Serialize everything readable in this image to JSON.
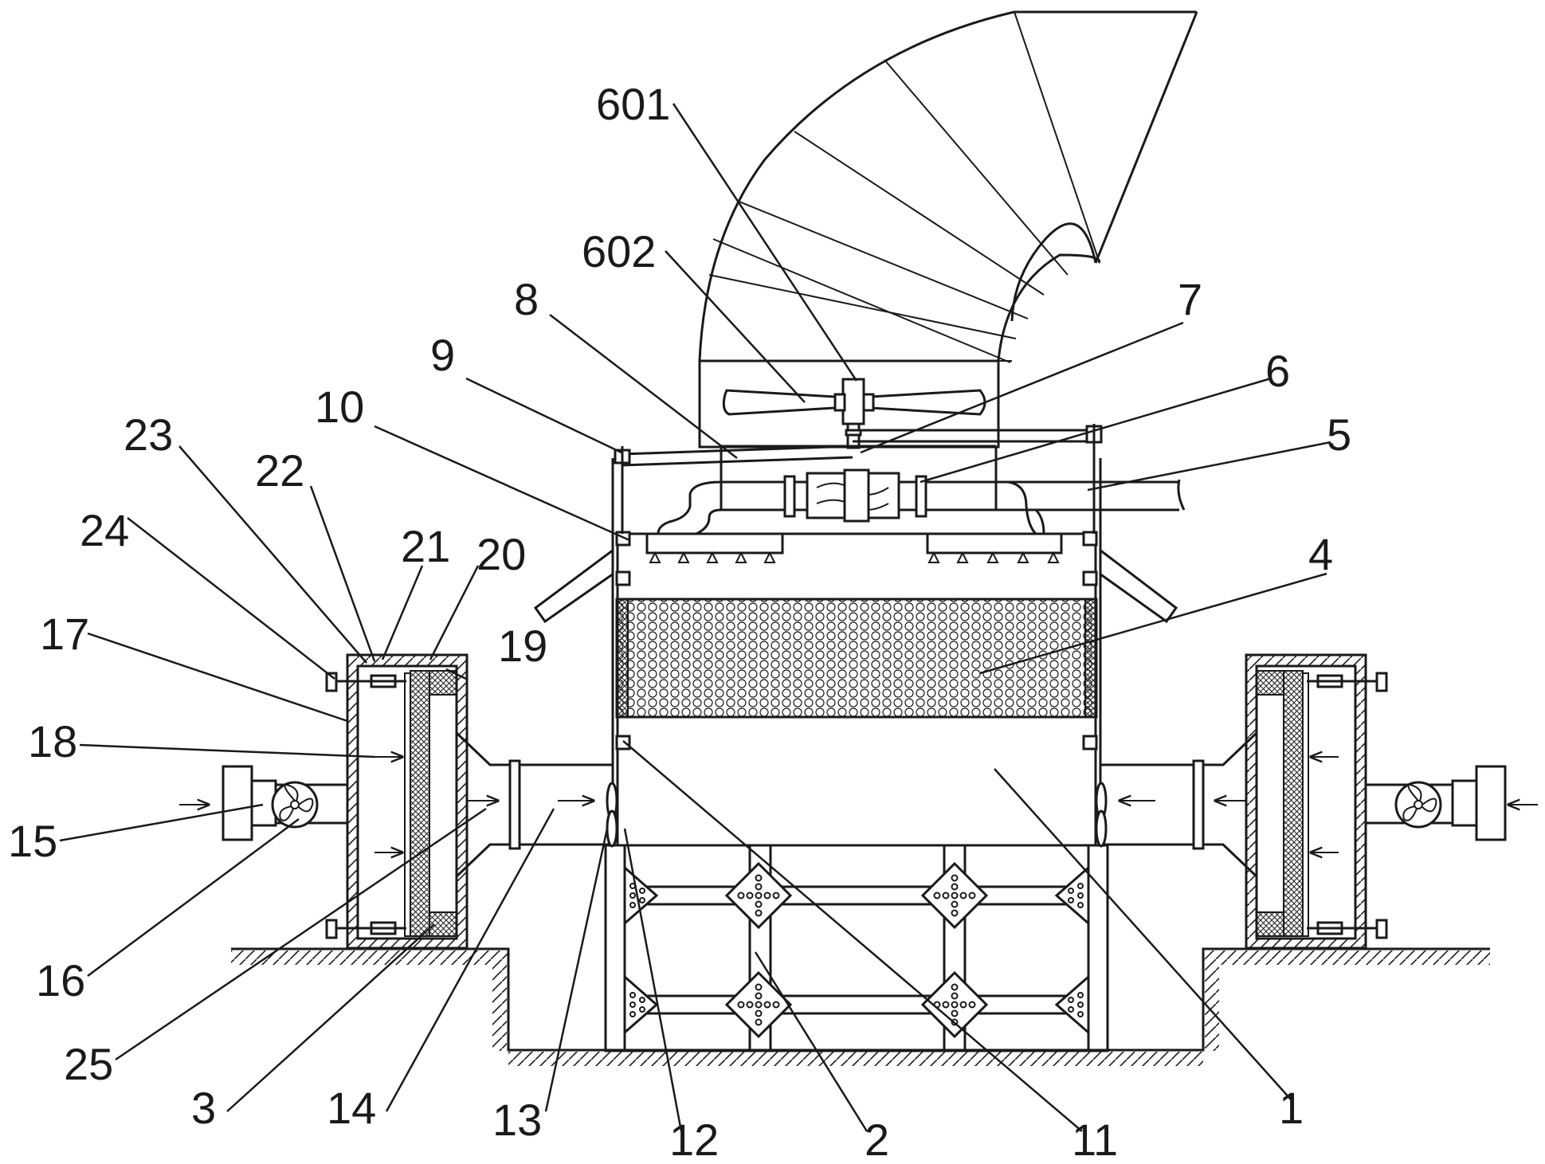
{
  "callouts": [
    {
      "id": "601",
      "label": "601"
    },
    {
      "id": "602",
      "label": "602"
    },
    {
      "id": "8",
      "label": "8"
    },
    {
      "id": "7",
      "label": "7"
    },
    {
      "id": "9",
      "label": "9"
    },
    {
      "id": "6",
      "label": "6"
    },
    {
      "id": "10",
      "label": "10"
    },
    {
      "id": "5",
      "label": "5"
    },
    {
      "id": "23",
      "label": "23"
    },
    {
      "id": "22",
      "label": "22"
    },
    {
      "id": "24",
      "label": "24"
    },
    {
      "id": "21",
      "label": "21"
    },
    {
      "id": "20",
      "label": "20"
    },
    {
      "id": "4",
      "label": "4"
    },
    {
      "id": "17",
      "label": "17"
    },
    {
      "id": "19",
      "label": "19"
    },
    {
      "id": "18",
      "label": "18"
    },
    {
      "id": "15",
      "label": "15"
    },
    {
      "id": "16",
      "label": "16"
    },
    {
      "id": "25",
      "label": "25"
    },
    {
      "id": "3",
      "label": "3"
    },
    {
      "id": "14",
      "label": "14"
    },
    {
      "id": "13",
      "label": "13"
    },
    {
      "id": "12",
      "label": "12"
    },
    {
      "id": "2",
      "label": "2"
    },
    {
      "id": "11",
      "label": "11"
    },
    {
      "id": "1",
      "label": "1"
    }
  ]
}
